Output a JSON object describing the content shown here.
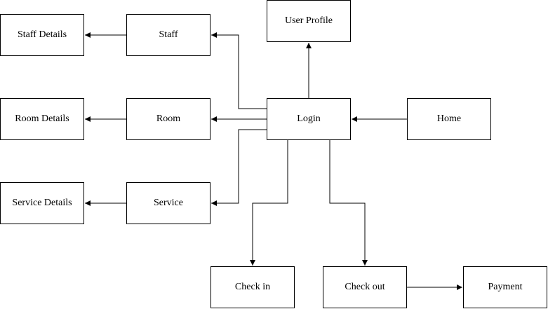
{
  "nodes": {
    "staff_details": "Staff Details",
    "staff": "Staff",
    "user_profile": "User Profile",
    "room_details": "Room Details",
    "room": "Room",
    "login": "Login",
    "home": "Home",
    "service_details": "Service Details",
    "service": "Service",
    "check_in": "Check in",
    "check_out": "Check out",
    "payment": "Payment"
  },
  "edges": [
    {
      "from": "home",
      "to": "login"
    },
    {
      "from": "login",
      "to": "user_profile"
    },
    {
      "from": "login",
      "to": "staff"
    },
    {
      "from": "login",
      "to": "room"
    },
    {
      "from": "login",
      "to": "service"
    },
    {
      "from": "login",
      "to": "check_in"
    },
    {
      "from": "login",
      "to": "check_out"
    },
    {
      "from": "staff",
      "to": "staff_details"
    },
    {
      "from": "room",
      "to": "room_details"
    },
    {
      "from": "service",
      "to": "service_details"
    },
    {
      "from": "check_out",
      "to": "payment"
    }
  ]
}
